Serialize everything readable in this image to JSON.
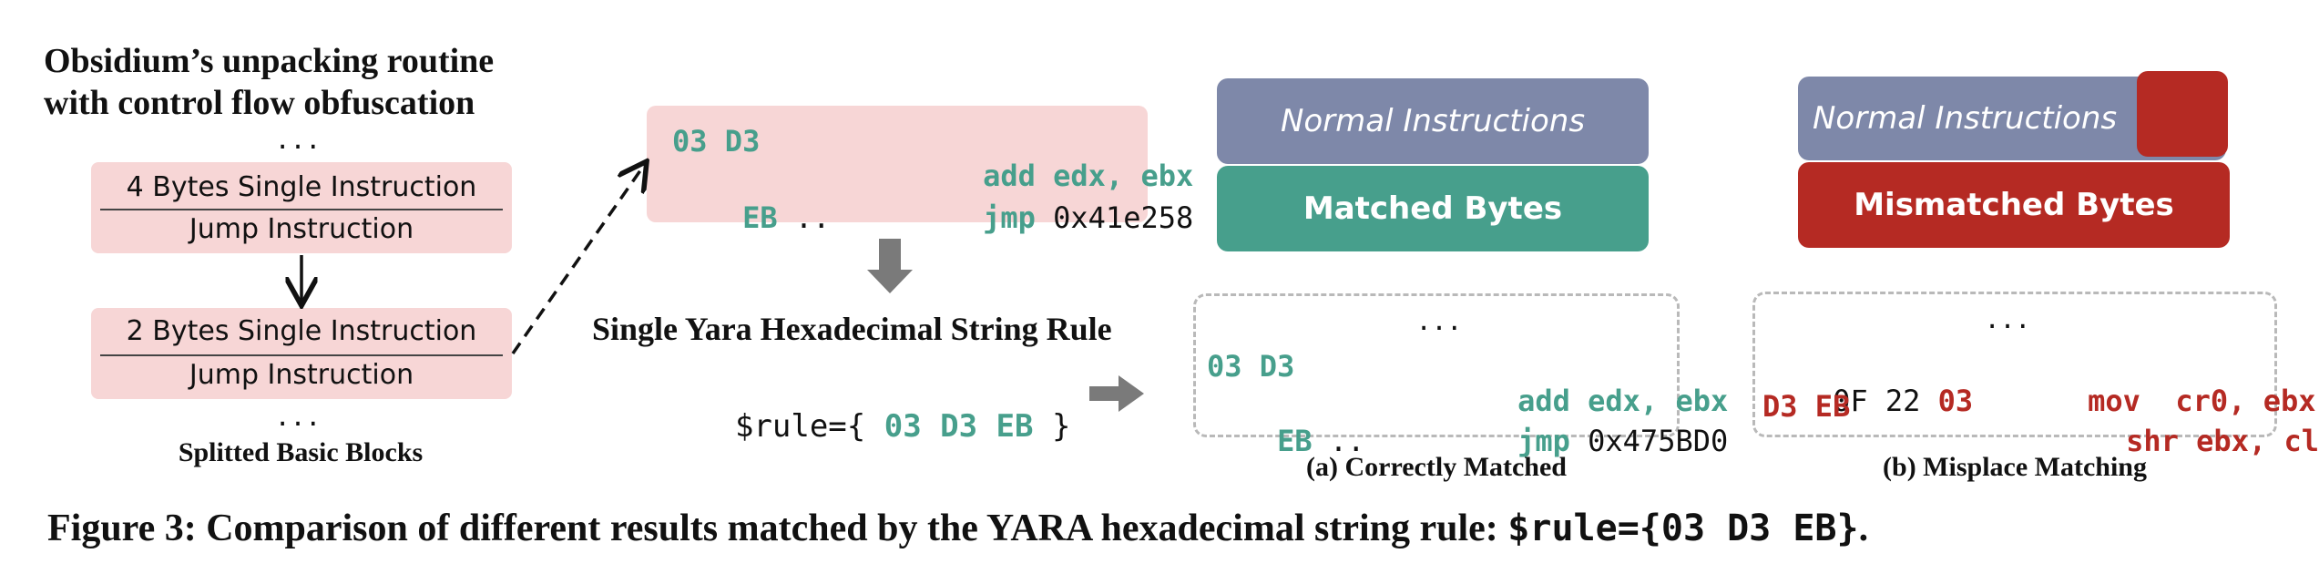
{
  "left": {
    "title_line1": "Obsidium’s unpacking routine",
    "title_line2": "with control flow obfuscation",
    "dots_top": "...",
    "block1_top": "4 Bytes Single Instruction",
    "block1_bottom": "Jump Instruction",
    "block2_top": "2 Bytes Single Instruction",
    "block2_bottom": "Jump Instruction",
    "dots_bottom": "...",
    "caption": "Splitted Basic Blocks"
  },
  "middle": {
    "code_bytes1": "03 D3",
    "code_mnem1": "add",
    "code_ops1": "edx, ebx",
    "code_bytes2a": "EB",
    "code_bytes2b": " ..",
    "code_mnem2": "jmp",
    "code_ops2": "0x41e258",
    "rule_title": "Single Yara Hexadecimal String Rule",
    "rule_prefix": "$rule={ ",
    "rule_bytes": "03 D3 EB",
    "rule_suffix": " }"
  },
  "panel_a": {
    "normal_label": "Normal Instructions",
    "matched_label": "Matched Bytes",
    "dots": "...",
    "bytes1": "03 D3",
    "mnem1": "add",
    "ops1": "edx, ebx",
    "bytes2a": "EB",
    "bytes2b": " ..",
    "mnem2": "jmp",
    "ops2": "0x475BD0",
    "caption": "(a) Correctly Matched"
  },
  "panel_b": {
    "normal_label": "Normal Instructions",
    "mismatched_label": "Mismatched Bytes",
    "dots": "...",
    "bytes1a": "0F 22 ",
    "bytes1b": "03",
    "mnem1": "mov",
    "ops1": "cr0, ebx",
    "bytes2": "D3 EB",
    "mnem2": "shr",
    "ops2": "ebx, cl",
    "caption": "(b) Misplace Matching"
  },
  "figure_caption": {
    "prefix": "Figure 3:  Comparison of different results matched by the YARA hexadecimal string rule: ",
    "rule": "$rule={03 D3 EB}",
    "suffix": "."
  },
  "colors": {
    "teal": "#479f8c",
    "red": "#b52a23",
    "slate": "#7e88a9",
    "pink": "#f7d6d6",
    "arrow_gray": "#7a7a7a"
  }
}
